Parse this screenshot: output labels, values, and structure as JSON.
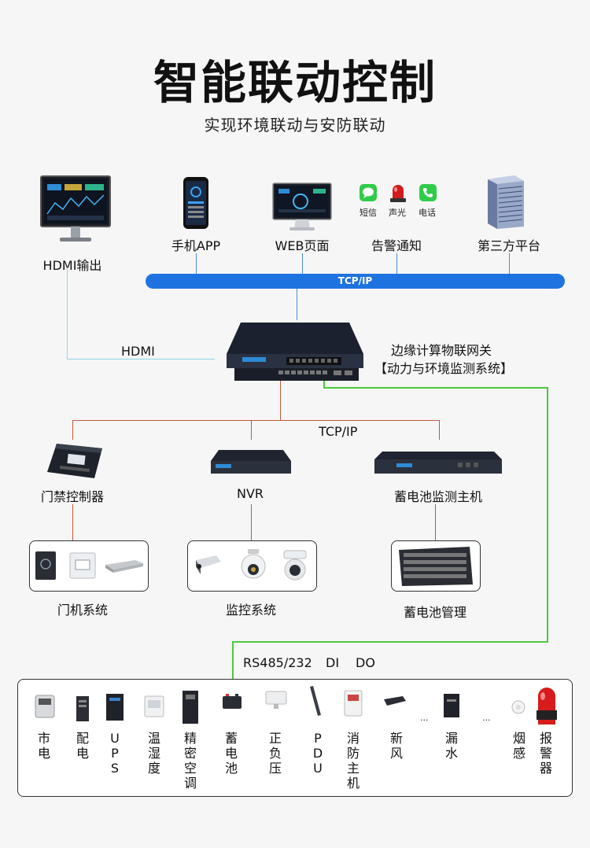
{
  "title": "智能联动控制",
  "subtitle": "实现环境联动与安防联动",
  "top_nodes": {
    "hdmi_out": "HDMI输出",
    "mobile_app": "手机APP",
    "web_page": "WEB页面",
    "alarm_notice": "告警通知",
    "third_party": "第三方平台",
    "sms": "短信",
    "sound_light": "声光",
    "phone": "电话"
  },
  "bus_label": "TCP/IP",
  "hdmi_label": "HDMI",
  "gateway": {
    "line1": "边缘计算物联网关",
    "line2": "【动力与环境监测系统】"
  },
  "tcpip_label2": "TCP/IP",
  "mid_nodes": {
    "access_controller": "门禁控制器",
    "nvr": "NVR",
    "battery_host": "蓄电池监测主机"
  },
  "sub_systems": {
    "door_system": "门机系统",
    "monitor_system": "监控系统",
    "battery_mgmt": "蓄电池管理"
  },
  "protocols": [
    "RS485/232",
    "DI",
    "DO"
  ],
  "devices": [
    {
      "label": "市电"
    },
    {
      "label": "配电"
    },
    {
      "label": "UPS"
    },
    {
      "label": "温湿度"
    },
    {
      "label": "精密空调"
    },
    {
      "label": "蓄电池"
    },
    {
      "label": "正负压"
    },
    {
      "label": "PDU"
    },
    {
      "label": "消防主机"
    },
    {
      "label": "新风"
    },
    {
      "label": "漏水"
    },
    {
      "label": "烟感"
    },
    {
      "label": "报警器"
    }
  ],
  "ellipsis": "..."
}
